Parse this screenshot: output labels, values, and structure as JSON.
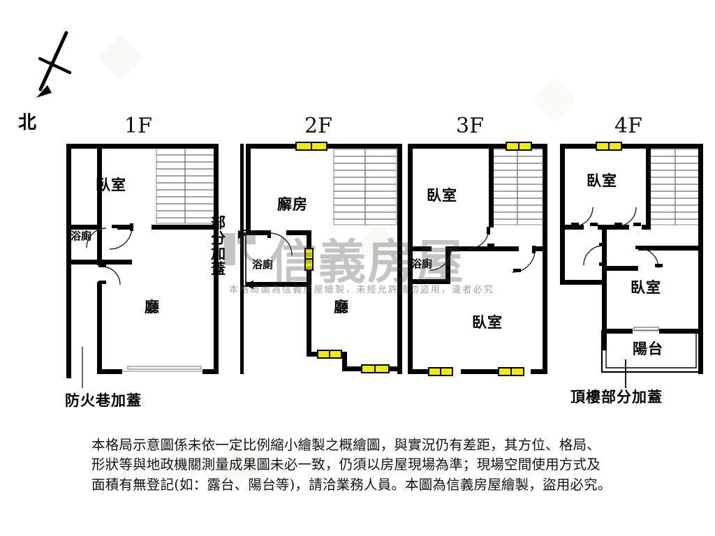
{
  "compass": {
    "label": "北",
    "icon": "north-arrow-icon"
  },
  "floors": [
    {
      "id": "1F",
      "label": "1F",
      "rooms": [
        {
          "name": "臥室",
          "type": "bedroom"
        },
        {
          "name": "浴廁",
          "type": "bathroom"
        },
        {
          "name": "廳",
          "type": "living-room"
        }
      ],
      "has_stairs": true,
      "windows": 0
    },
    {
      "id": "2F",
      "label": "2F",
      "rooms": [
        {
          "name": "廨房",
          "type": "kitchen"
        },
        {
          "name": "浴廁",
          "type": "bathroom"
        },
        {
          "name": "廳",
          "type": "living-room"
        }
      ],
      "has_stairs": true,
      "windows": 4
    },
    {
      "id": "3F",
      "label": "3F",
      "rooms": [
        {
          "name": "臥室",
          "type": "bedroom"
        },
        {
          "name": "浴廁",
          "type": "bathroom"
        },
        {
          "name": "臥室",
          "type": "bedroom"
        }
      ],
      "has_stairs": true,
      "windows": 4
    },
    {
      "id": "4F",
      "label": "4F",
      "rooms": [
        {
          "name": "臥室",
          "type": "bedroom"
        },
        {
          "name": "臥室",
          "type": "bedroom"
        },
        {
          "name": "陽台",
          "type": "balcony"
        }
      ],
      "has_stairs": true,
      "windows": 1
    }
  ],
  "labels": {
    "f1_bedroom": "臥室",
    "f1_bathroom": "浴廁",
    "f1_living": "廳",
    "f2_kitchen": "廨房",
    "f2_bathroom": "浴廁",
    "f2_living": "廳",
    "f3_bedroom_top": "臥室",
    "f3_bathroom": "浴廁",
    "f3_bedroom_bottom": "臥室",
    "f4_bedroom_top": "臥室",
    "f4_bedroom_bottom": "臥室",
    "f4_balcony": "陽台"
  },
  "annotations": {
    "fire_lane": "防火巷加蓋",
    "partial_cover": "部分加蓋",
    "rooftop_cover": "頂樓部分加蓋"
  },
  "watermark": {
    "brand": "信義房屋",
    "fine_print": "本格局圖為信義房屋繪製，未經允許請勿盜用，違者必究"
  },
  "disclaimer": {
    "line1": "本格局示意圖係未依一定比例縮小繪製之概繪圖，與實況仍有差距，其方位、格局、",
    "line2": "形狀等與地政機關測量成果圖未必一致，仍須以房屋現場為準；現場空間使用方式及",
    "line3": "面積有無登記(如：露台、陽台等)，請洽業務人員。本圖為信義房屋繪製，盜用必究。"
  },
  "colors": {
    "wall": "#000000",
    "window_fill": "#f2ea00",
    "stair_line": "#8a8a8a",
    "background": "#ffffff",
    "watermark": "#3c3c3c"
  }
}
